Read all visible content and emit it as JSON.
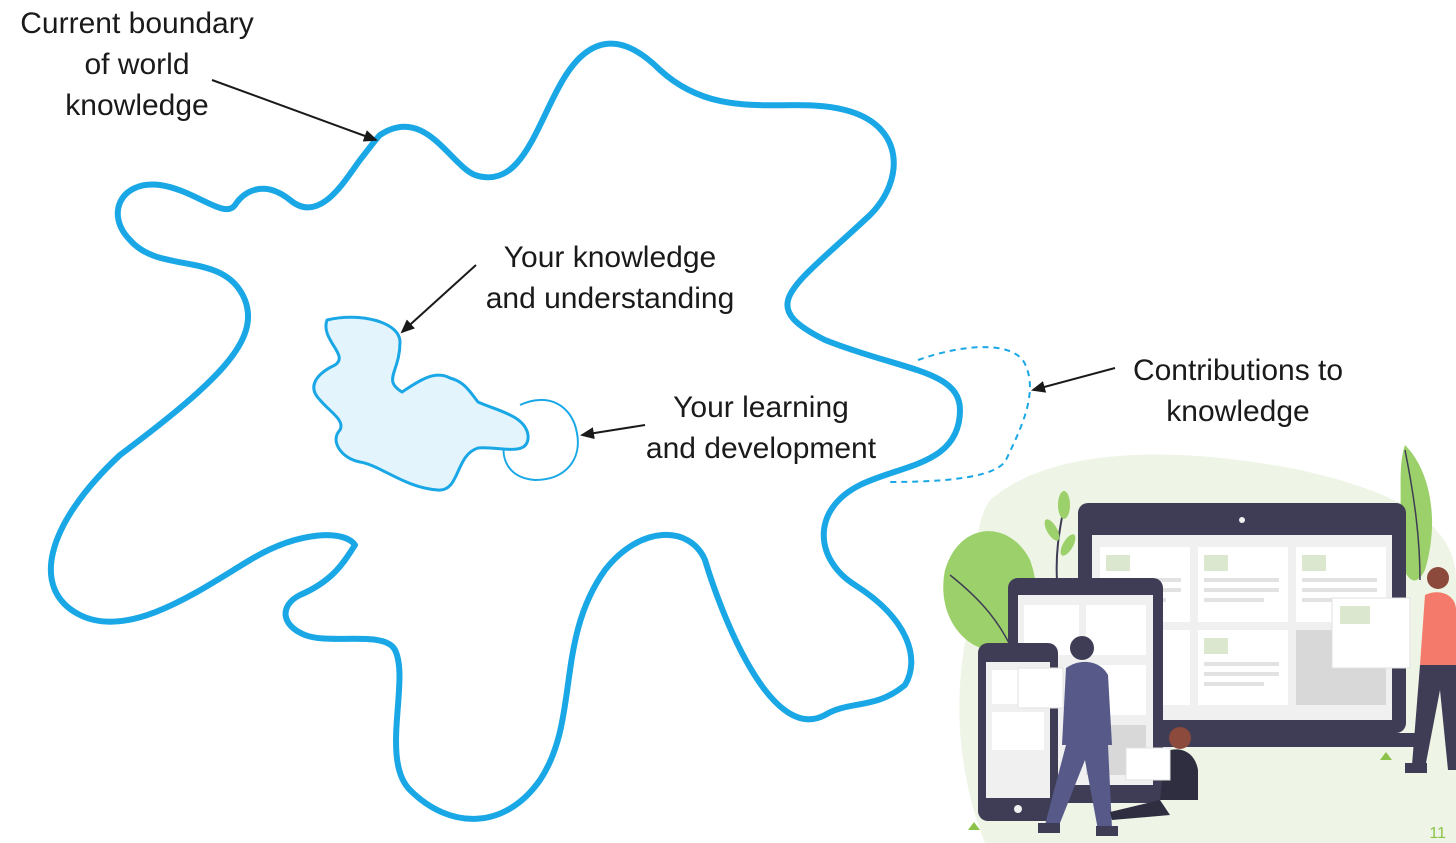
{
  "labels": {
    "boundary_line1": "Current boundary",
    "boundary_line2": "of world",
    "boundary_line3": "knowledge",
    "knowledge_line1": "Your knowledge",
    "knowledge_line2": "and understanding",
    "learning_line1": "Your learning",
    "learning_line2": "and development",
    "contrib_line1": "Contributions to",
    "contrib_line2": "knowledge"
  },
  "page_number": "11",
  "colors": {
    "boundary": "#1aa7e6",
    "knowledge_fill": "#e3f4fc",
    "arrow": "#1a1a1a",
    "illustration_green": "#8bc34a",
    "device_dark": "#3f3d56",
    "person_coral": "#f47b6b"
  },
  "illustration": "people-with-devices-illustration"
}
